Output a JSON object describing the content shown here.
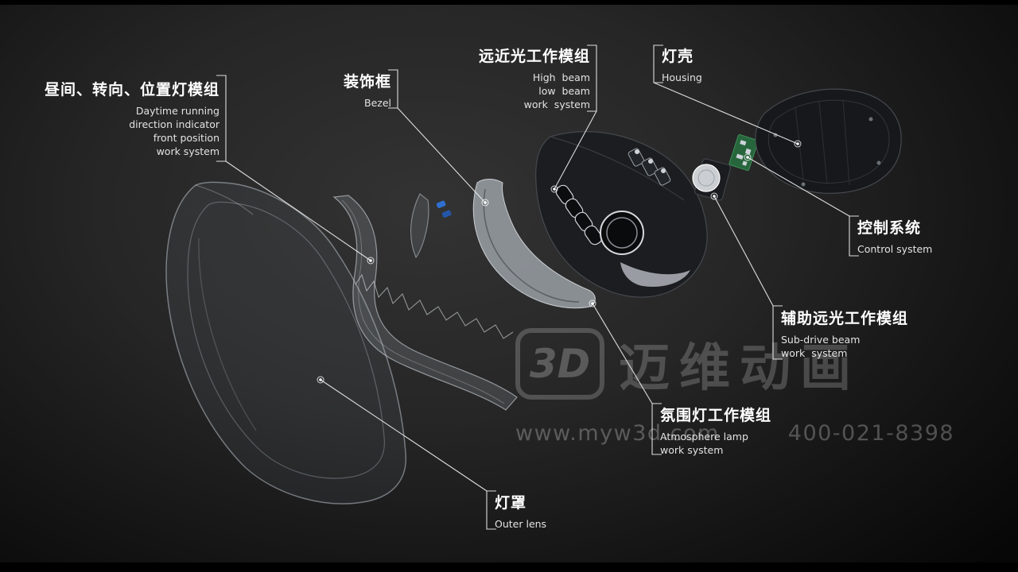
{
  "colors": {
    "background_center": "#333333",
    "background_edge": "#070707",
    "leader_line": "#ededed",
    "label_text": "#ffffff",
    "label_subtext": "#e3e3e3",
    "pcb_green": "#2b6e41",
    "clip_blue": "#2f6fd0",
    "watermark_gray": "rgba(255,255,255,0.22)"
  },
  "labels": {
    "daytime": {
      "zh": "昼间、转向、位置灯模组",
      "en1": "Daytime running",
      "en2": "direction indicator",
      "en3": "front position",
      "en4": "work system"
    },
    "bezel": {
      "zh": "装饰框",
      "en1": "Bezel"
    },
    "beam": {
      "zh": "远近光工作模组",
      "en1": "High  beam",
      "en2": "low  beam",
      "en3": "work  system"
    },
    "housing": {
      "zh": "灯壳",
      "en1": "Housing"
    },
    "control": {
      "zh": "控制系统",
      "en1": "Control system"
    },
    "subdrive": {
      "zh": "辅助远光工作模组",
      "en1": "Sub-drive beam",
      "en2": "work  system"
    },
    "atmosphere": {
      "zh": "氛围灯工作模组",
      "en1": "Atmosphere lamp",
      "en2": "work system"
    },
    "outerlens": {
      "zh": "灯罩",
      "en1": "Outer lens"
    }
  },
  "watermark": {
    "logo": "3D",
    "brand": "迈维动画",
    "site": "www.myw3d.com",
    "phone": "400-021-8398"
  }
}
